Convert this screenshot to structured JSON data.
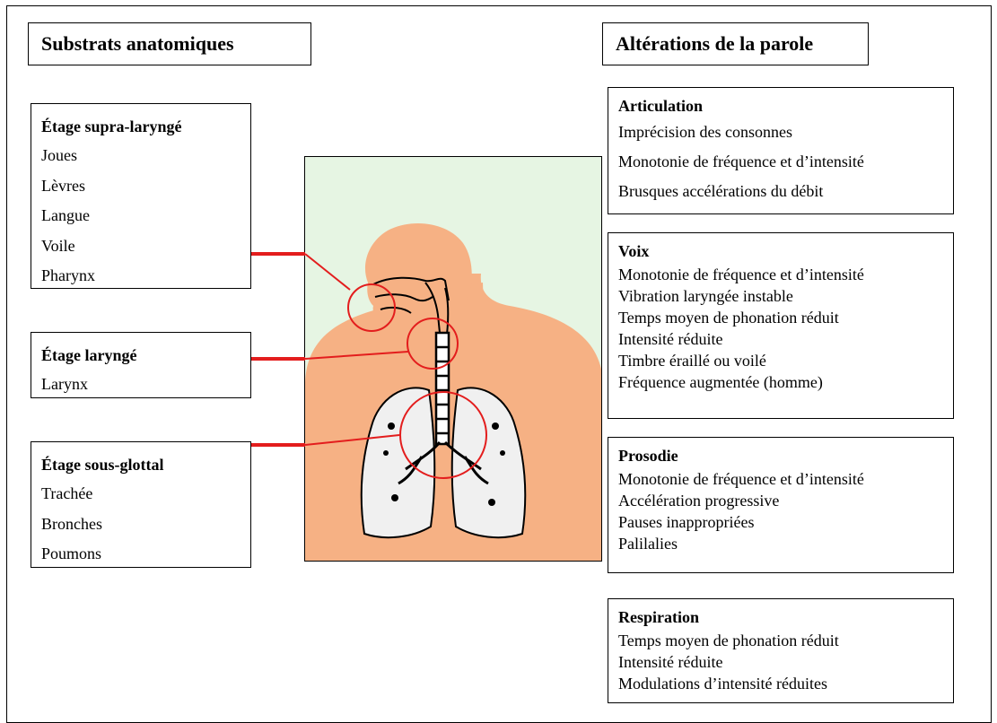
{
  "left_header": "Substrats anatomiques",
  "right_header": "Altérations de la parole",
  "anatomy": [
    {
      "title": "Étage supra-laryngé",
      "items": [
        "Joues",
        "Lèvres",
        "Langue",
        "Voile",
        "Pharynx"
      ]
    },
    {
      "title": "Étage laryngé",
      "items": [
        "Larynx"
      ]
    },
    {
      "title": "Étage sous-glottal",
      "items": [
        "Trachée",
        "Bronches",
        "Poumons"
      ]
    }
  ],
  "alterations": [
    {
      "title": "Articulation",
      "items": [
        "Imprécision des consonnes",
        "Monotonie de fréquence et d’intensité",
        "Brusques accélérations du débit"
      ]
    },
    {
      "title": "Voix",
      "items": [
        "Monotonie de fréquence et d’intensité",
        "Vibration laryngée instable",
        "Temps moyen de phonation réduit",
        "Intensité réduite",
        "Timbre éraillé ou voilé",
        "Fréquence augmentée (homme)"
      ]
    },
    {
      "title": "Prosodie",
      "items": [
        "Monotonie de fréquence et d’intensité",
        "Accélération progressive",
        "Pauses inappropriées",
        "Palilalies"
      ]
    },
    {
      "title": "Respiration",
      "items": [
        "Temps moyen de phonation réduit",
        "Intensité réduite",
        "Modulations d’intensité réduites"
      ]
    }
  ],
  "colors": {
    "highlight": "#e31d1d",
    "figure_bg": "#e6f5e3",
    "skin": "#f6b184"
  },
  "illustration": "human-respiratory-tract"
}
